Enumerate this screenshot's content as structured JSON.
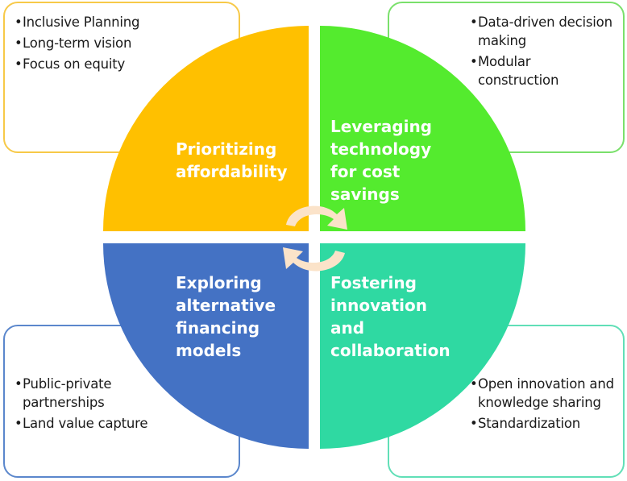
{
  "quadrants": [
    {
      "id": "top-left",
      "label_lines": [
        "Prioritizing",
        "affordability"
      ],
      "color": "#ffc000",
      "bullets": [
        "Inclusive Planning",
        "Long-term vision",
        "Focus on equity"
      ]
    },
    {
      "id": "top-right",
      "label_lines": [
        "Leveraging",
        "technology",
        "for cost",
        "savings"
      ],
      "color": "#54eb2e",
      "bullets": [
        "Data-driven decision making",
        "Modular construction"
      ]
    },
    {
      "id": "bottom-left",
      "label_lines": [
        "Exploring",
        "alternative",
        "financing",
        "models"
      ],
      "color": "#4472c4",
      "bullets": [
        "Public-private partnerships",
        "Land value capture"
      ]
    },
    {
      "id": "bottom-right",
      "label_lines": [
        "Fostering",
        "innovation",
        "and",
        "collaboration"
      ],
      "color": "#2fd9a2",
      "bullets": [
        "Open innovation and knowledge sharing",
        "Standardization"
      ]
    }
  ],
  "center_arrows_color": "#fbe3c9"
}
